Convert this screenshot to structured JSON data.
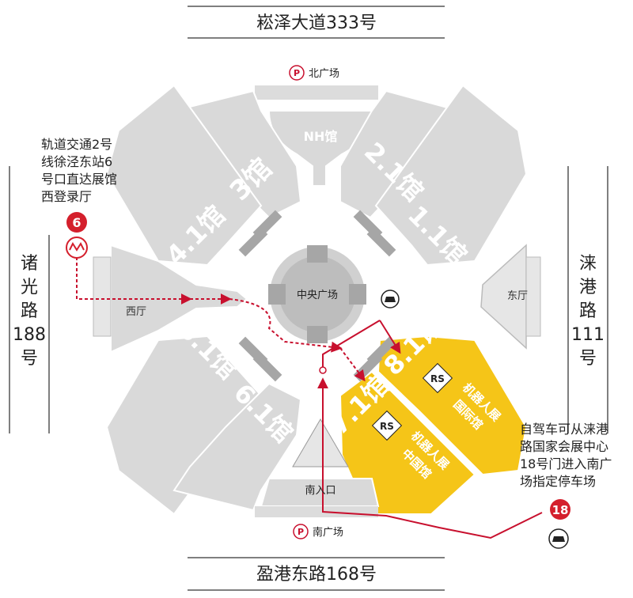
{
  "roads": {
    "north": "崧泽大道333号",
    "south": "盈港东路168号",
    "west": [
      "诸",
      "光",
      "路",
      "188",
      "号"
    ],
    "east": [
      "涞",
      "港",
      "路",
      "111",
      "号"
    ]
  },
  "halls": {
    "nh": "NH馆",
    "h3": "3馆",
    "h21": "2.1馆",
    "h11": "1.1馆",
    "h41": "4.1馆",
    "h51": "5.1馆",
    "h61": "6.1馆",
    "h71": "7.1馆",
    "h81": "8.1馆"
  },
  "areas": {
    "central_plaza": "中央广场",
    "west_hall": "西厅",
    "east_hall": "东厅",
    "south_entrance": "南入口"
  },
  "parking": {
    "north": "北广场",
    "south": "南广场",
    "symbol": "P"
  },
  "exhibitions": {
    "logo": "RS",
    "h81_name": "机器人展",
    "h81_sub": "国际馆",
    "h71_name": "机器人展",
    "h71_sub": "中国馆"
  },
  "notes": {
    "metro": [
      "轨道交通2号",
      "线徐泾东站6",
      "号口直达展馆",
      "西登录厅"
    ],
    "car": [
      "自驾车可从涞港",
      "路国家会展中心",
      "18号门进入南广",
      "场指定停车场"
    ]
  },
  "markers": {
    "metro_exit": "6",
    "gate": "18"
  },
  "colors": {
    "hall_gray": "#d9d9d9",
    "hall_dark": "#a6a6a6",
    "highlight": "#f5c518",
    "route_red": "#c8102e"
  },
  "icons": {
    "metro": "metro-icon",
    "taxi": "taxi-icon",
    "parking": "parking-icon"
  }
}
